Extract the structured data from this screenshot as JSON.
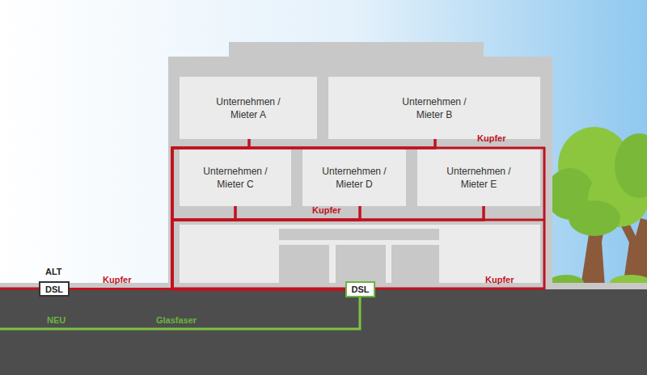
{
  "diagram": {
    "nodes": [
      {
        "text": [
          "Unternehmen / Mieter A"
        ]
      },
      {
        "text": [
          "Unternehmen / Mieter B"
        ]
      },
      {
        "text": [
          "Unternehmen / Mieter C"
        ]
      },
      {
        "text": [
          "Unternehmen / Mieter D"
        ]
      },
      {
        "text": [
          "Unternehmen / Mieter E"
        ]
      },
      {
        "text": [
          "DSL"
        ]
      },
      {
        "text": [
          "DSL"
        ]
      }
    ],
    "edges": [
      {
        "from": 5,
        "to": 0,
        "arrow": "none"
      },
      {
        "from": 5,
        "to": 1,
        "arrow": "none"
      },
      {
        "from": 5,
        "to": 2,
        "arrow": "none"
      },
      {
        "from": 5,
        "to": 3,
        "arrow": "none"
      },
      {
        "from": 5,
        "to": 4,
        "arrow": "none"
      },
      {
        "from": 6,
        "to": 0,
        "arrow": "none"
      },
      {
        "from": 6,
        "to": 1,
        "arrow": "none"
      },
      {
        "from": 6,
        "to": 2,
        "arrow": "none"
      },
      {
        "from": 6,
        "to": 3,
        "arrow": "none"
      },
      {
        "from": 6,
        "to": 4,
        "arrow": "none"
      }
    ],
    "labels": [
      "Kupfer",
      "Kupfer",
      "ALT",
      "Kupfer",
      "Kupfer",
      "NEU",
      "Glasfaser"
    ]
  }
}
